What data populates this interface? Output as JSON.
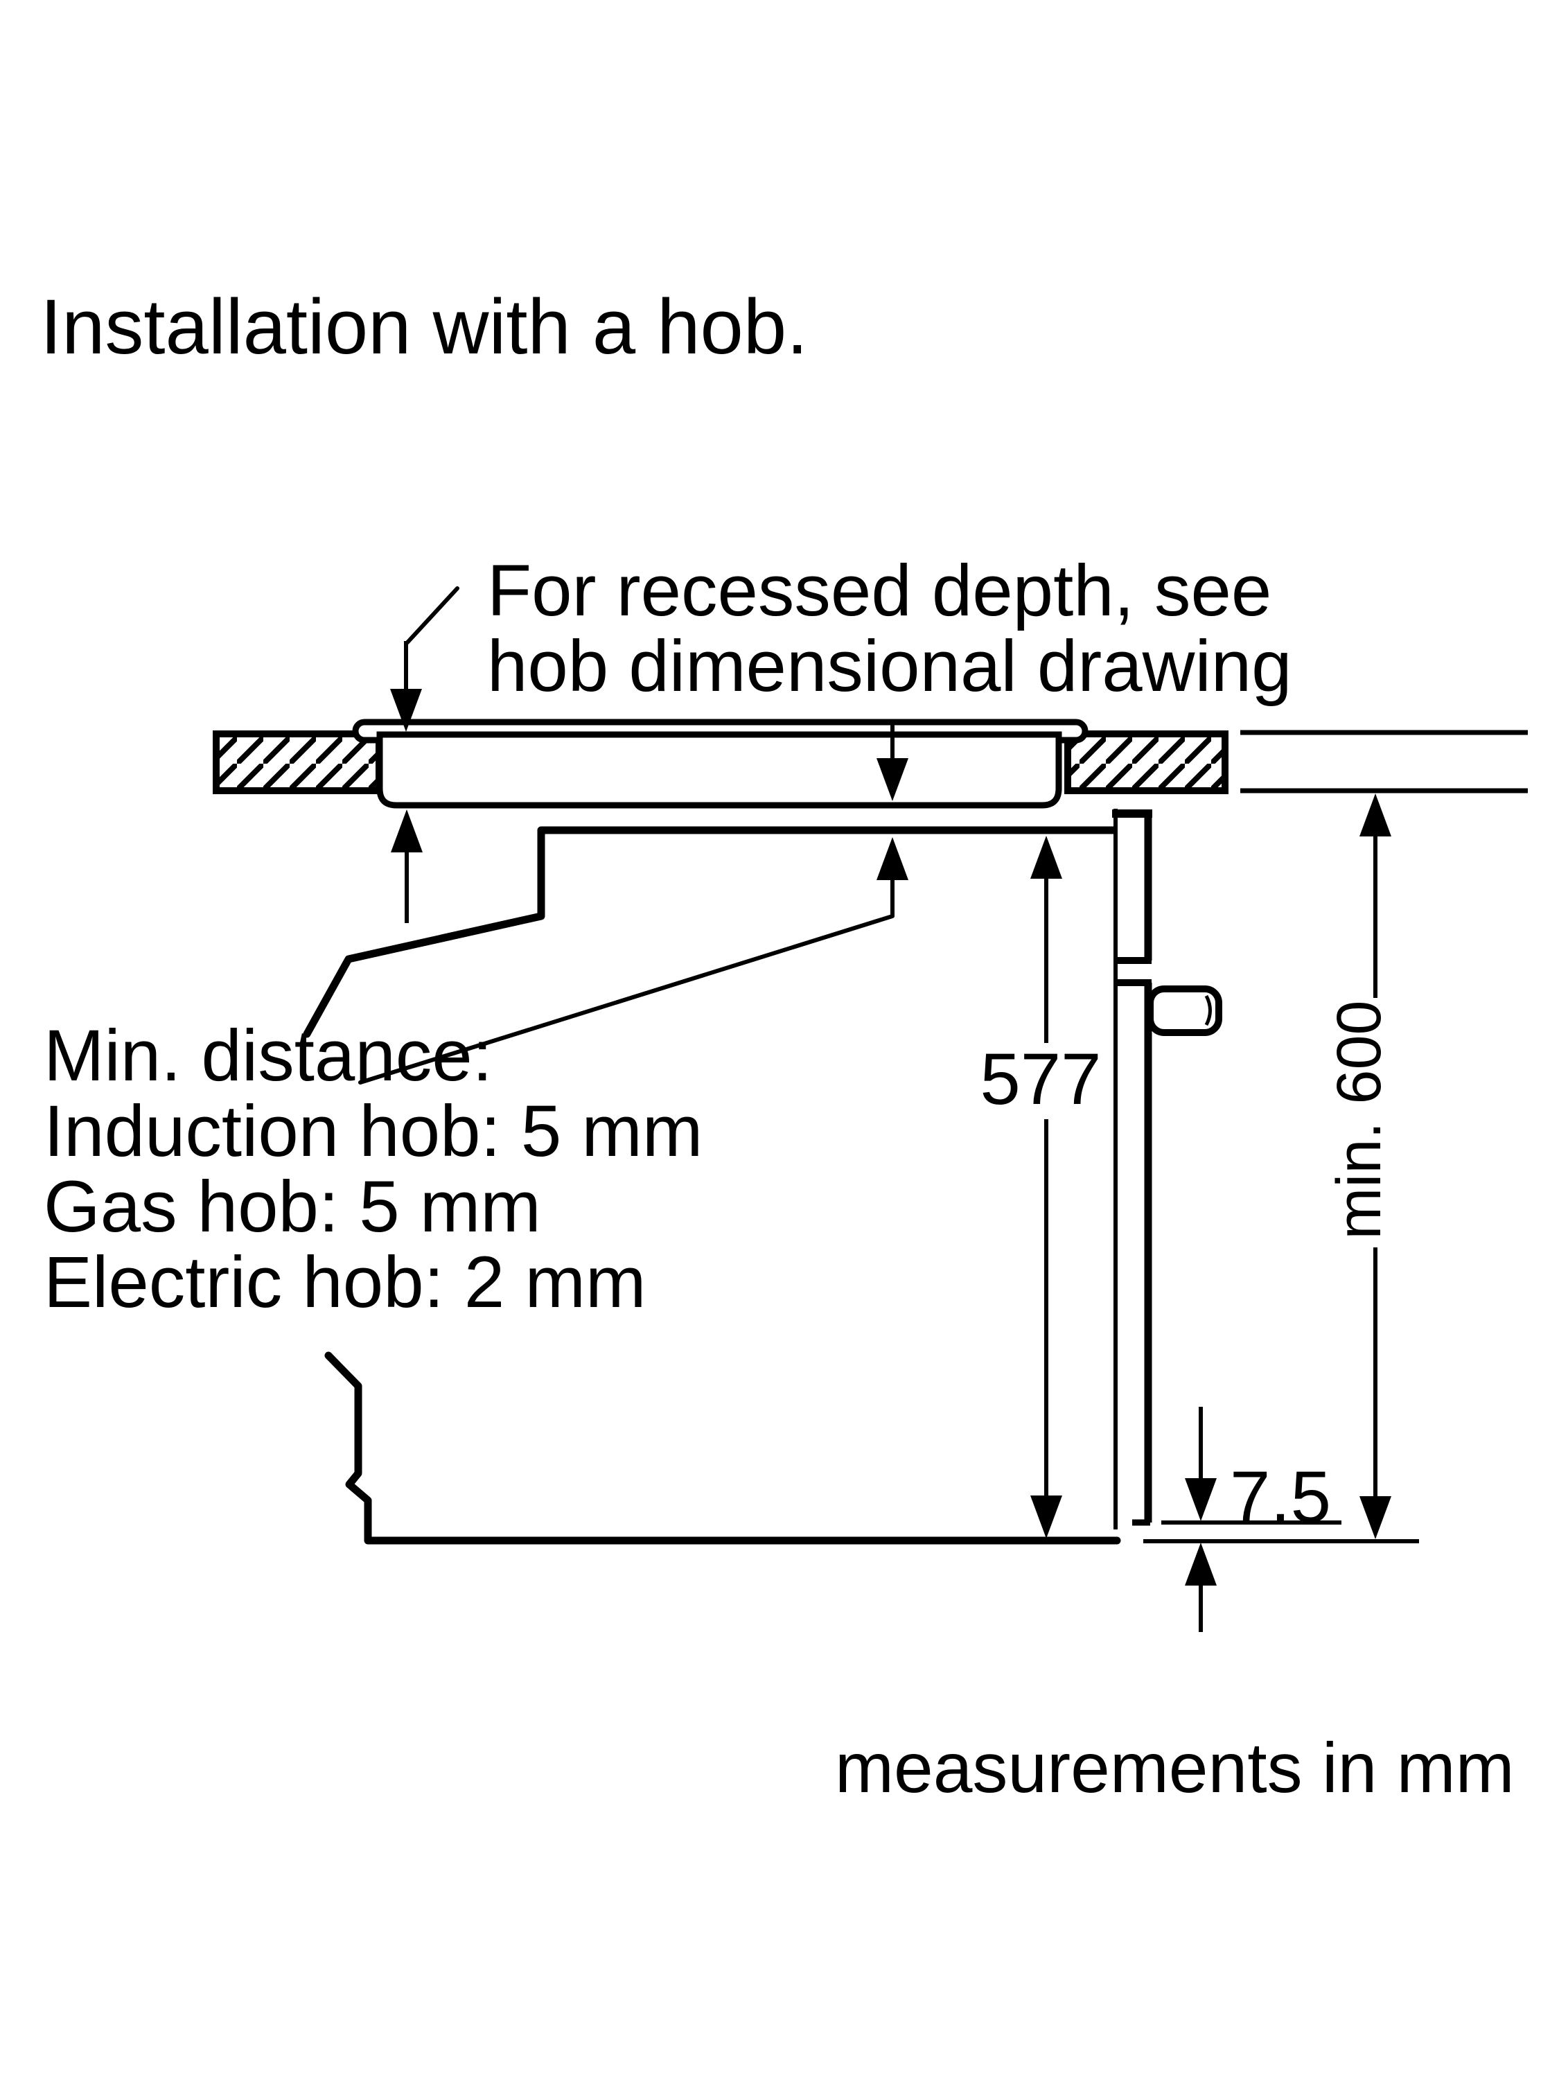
{
  "colors": {
    "ink": "#000000",
    "background": "#ffffff"
  },
  "title": "Installation with a hob.",
  "annotation_recessed": {
    "line1": "For recessed depth, see",
    "line2": "hob dimensional drawing"
  },
  "min_distance_note": {
    "line1": "Min. distance:",
    "line2": "Induction hob: 5 mm",
    "line3": "Gas hob: 5 mm",
    "line4": "Electric hob: 2 mm"
  },
  "dimensions": {
    "cavity_height": "577",
    "niche_height": "min. 600",
    "door_gap": "7.5"
  },
  "footer_note": "measurements in mm"
}
